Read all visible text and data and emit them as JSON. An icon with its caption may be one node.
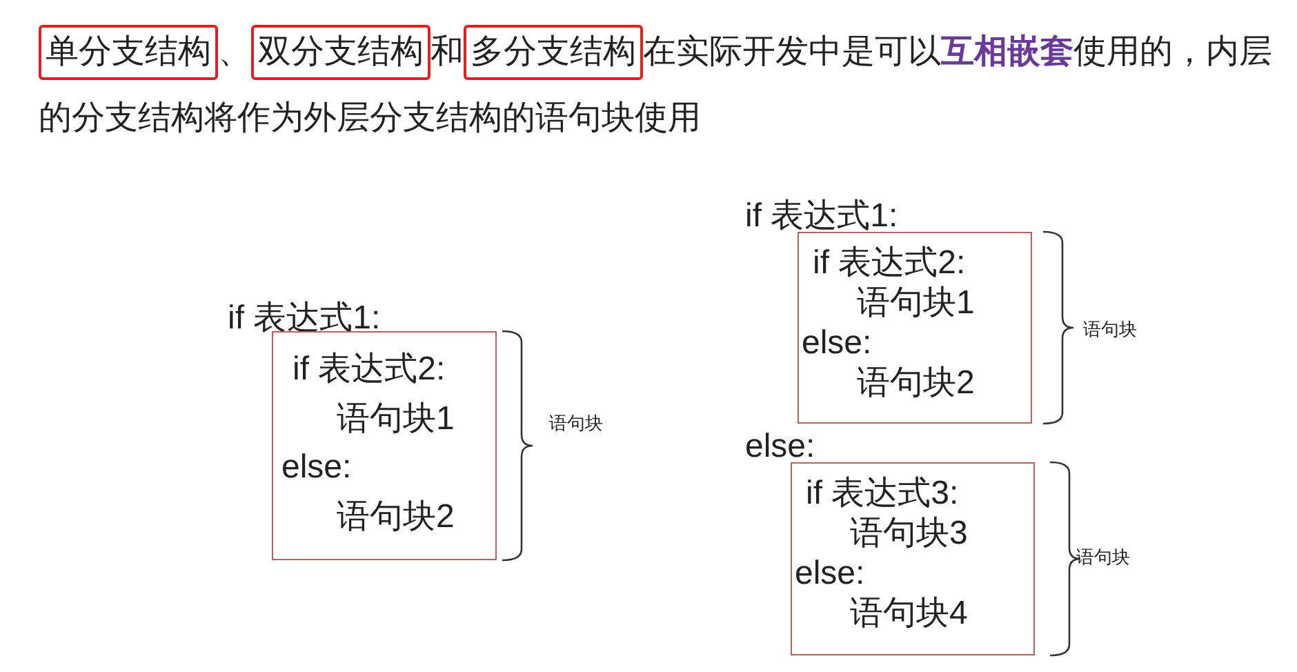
{
  "diagram": {
    "nodes": [
      {
        "text": [
          "单分支结构"
        ]
      },
      {
        "text": [
          "双分支结构"
        ]
      },
      {
        "text": [
          "多分支结构"
        ]
      },
      {
        "text": [
          "if 表达式2:",
          "语句块1",
          "else:",
          "语句块2"
        ],
        "beside": [
          "语句块"
        ]
      },
      {
        "text": [
          "if 表达式2:",
          "语句块1",
          "else:",
          "语句块2"
        ],
        "beside": [
          "语句块"
        ]
      },
      {
        "text": [
          "if 表达式3:",
          "语句块3",
          "else:",
          "语句块4"
        ],
        "beside": [
          "语句块"
        ]
      }
    ],
    "labels": [
      "、",
      "和",
      "在实际开发中是可以**互相嵌套**使用的，内层的分支结构将作为外层分支结构的语句块使用",
      "if 表达式1:",
      "if 表达式1:",
      "else:"
    ]
  }
}
